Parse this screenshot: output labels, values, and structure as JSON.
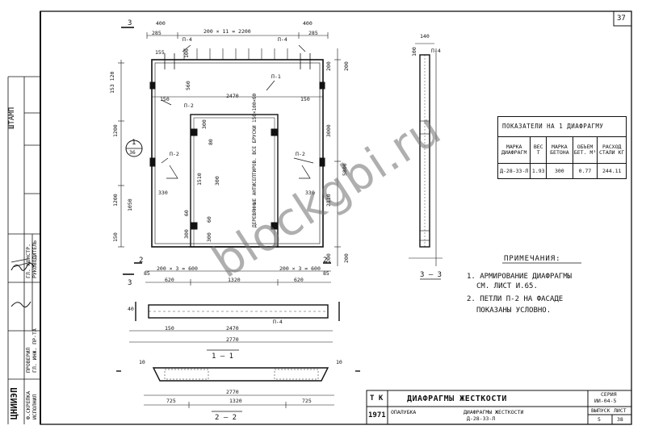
{
  "sheet": {
    "number": "37",
    "series_label": "СЕРИЯ",
    "series_code": "ИИ-04-5",
    "title_block": {
      "tk": "Т К",
      "year": "1971",
      "main_title": "ДИАФРАГМЫ ЖЕСТКОСТИ",
      "sheet_kind": "ОПАЛУБКА",
      "sheet_name": "ДИАФРАГМЫ ЖЕСТКОСТИ",
      "mark": "Д-28-33-Л",
      "issue_label": "ВЫПУСК",
      "issue": "5",
      "sheet_label": "ЛИСТ",
      "sheet_no": "38"
    }
  },
  "watermark": "blockgbi.ru",
  "side_stamp": {
    "left_block": "ЦНИИЭП",
    "rows": [
      "Ф.СКРЕПКА",
      "ИСПОЛНИЛ",
      "ПРОВЕРИЛ",
      "ГЛ. ИНЖ. ПР-ТА",
      "ГЛ. КОНСТР.",
      "РУКОВОДИТЕЛЬ"
    ],
    "stamp": "ШТАМП"
  },
  "sections": {
    "s33_marker": "3",
    "s22_marker": "2",
    "s11_label": "1 – 1",
    "s22_label": "2 – 2",
    "s33_label": "3 – 3",
    "node_top": "1",
    "node_bottom": "36"
  },
  "dims": {
    "top_400_l": "400",
    "top_400_r": "400",
    "top_285_l": "285",
    "top_285_r": "285",
    "top_chain": "200 × 11 = 2200",
    "p4_l": "П-4",
    "p4_r": "П-4",
    "p1": "П-1",
    "p2_a": "П-2",
    "p2_b": "П-2",
    "p2_c": "П-2",
    "d155": "155",
    "d100": "100",
    "d560": "560",
    "d2470": "2470",
    "d150_l": "150",
    "d150_r": "150",
    "d80": "80",
    "d300_a": "300",
    "d300_b": "300",
    "d300_c": "300",
    "d300_d": "300",
    "d1510": "1510",
    "d330_l": "330",
    "d330_r": "330",
    "d60_a": "60",
    "d60_b": "60",
    "d1200_a": "1200",
    "d1200_b": "1200",
    "d1050": "1050",
    "d153": "153 120",
    "d150_b": "150",
    "d5300": "3000",
    "d2110": "2110",
    "d200_r1": "200",
    "d200_r2": "200",
    "d5800": "5800",
    "d200_l1": "200",
    "d200_l2": "200",
    "bot_chain_l": "200 × 3 = 600",
    "bot_chain_r": "200 × 3 = 600",
    "d85_l": "85",
    "d85_r": "85",
    "d620_l": "620",
    "d620_r": "620",
    "d1320": "1320",
    "d140": "140",
    "d100_s": "100",
    "p4_s": "П-4",
    "d40": "40",
    "s11_150": "150",
    "s11_2470": "2470",
    "s11_2770": "2770",
    "s11_p4": "П-4",
    "s22_10_l": "10",
    "s22_10_r": "10",
    "s22_2770": "2770",
    "s22_725_l": "725",
    "s22_1320": "1320",
    "s22_725_r": "725",
    "door_note": "ДЕРЕВЯННЫЕ АНТИСЕПТИРОВ. ВСЕ БРУСКИ 150×100×60"
  },
  "indicators": {
    "title": "ПОКАЗАТЕЛИ НА 1 ДИАФРАГМУ",
    "headers": [
      "МАРКА ДИАФРАГМ",
      "ВЕС Т",
      "МАРКА БЕТОНА",
      "ОБЪЕМ БЕТ. М³",
      "РАСХОД СТАЛИ КГ"
    ],
    "row": [
      "Д-28-33-Л",
      "1.93",
      "300",
      "0.77",
      "244.11"
    ]
  },
  "notes": {
    "heading": "ПРИМЕЧАНИЯ:",
    "items": [
      "1. АРМИРОВАНИЕ ДИАФРАГМЫ",
      "СМ. ЛИСТ И.65.",
      "2. ПЕТЛИ П-2 НА ФАСАДЕ",
      "ПОКАЗАНЫ УСЛОВНО."
    ]
  }
}
